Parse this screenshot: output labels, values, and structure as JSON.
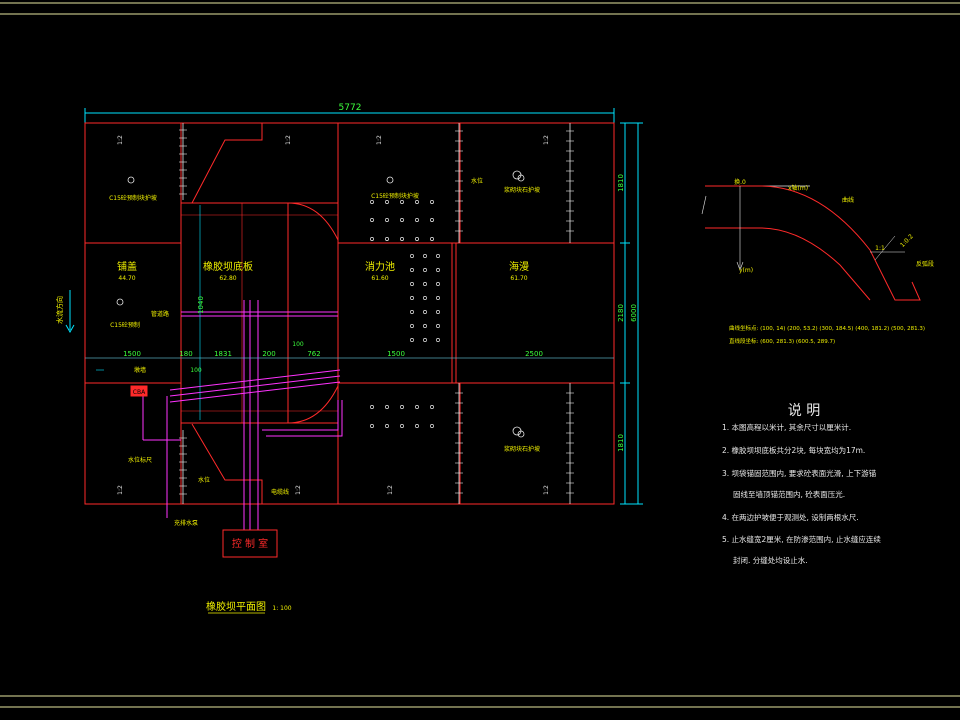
{
  "plan": {
    "total_width": "5772",
    "zones": {
      "upstream_area": "铺盖",
      "upstream_elev": "44.70",
      "dam_floor": "橡胶坝底板",
      "dam_floor_elev": "62.80",
      "stilling_basin": "消力池",
      "stilling_elev": "61.60",
      "apron": "海漫",
      "apron_elev": "61.70"
    },
    "protection": {
      "c_slope_upper": "C15砼预制块护坡",
      "c_slope_lower": "C15砼预制块护坡",
      "riprap_upper": "浆砌块石护坡",
      "riprap_lower": "浆砌块石护坡",
      "water_label": "水位",
      "water_label2": "水位",
      "pier_label": "墩墙",
      "upstream_protect": "C15砼预制",
      "pipe_note": "管道路",
      "level_gauge": "水位标尺",
      "pump_label": "充排水泵",
      "cable_label": "电缆线"
    },
    "flow_label": "水流方向",
    "slope_labels": [
      "1:2",
      "1:2",
      "1:2",
      "1:2",
      "1:2",
      "1:2",
      "1:2",
      "1:2"
    ],
    "dims_horizontal": [
      "1500",
      "180",
      "1831",
      "200",
      "762",
      "1500",
      "2500"
    ],
    "dims_small": [
      "100",
      "100"
    ],
    "dim_vertical_mid": "1040",
    "dims_right": [
      "1810",
      "2180",
      "1810"
    ],
    "dim_right_total": "6000",
    "control_room": "控 制 室",
    "equip_box": "CBA",
    "title": "橡胶坝平面图",
    "scale": "1: 100"
  },
  "profile": {
    "label_top_left": "换.0",
    "label_x": "x轴(m)",
    "label_curve": "曲线",
    "label_slope": "1:1",
    "label_angle": "1:0.2",
    "label_end": "反弧段",
    "label_y": "y(m)",
    "coords_1": "曲线坐标点: (100, 14) (200, 53.2) (300, 184.5) (400, 181.2) (500, 281.3)",
    "coords_2": "直线段坐标: (600, 281.3) (600.5, 289.7)"
  },
  "notes": {
    "heading": "说 明",
    "items": [
      "1. 本图高程以米计, 其余尺寸以厘米计.",
      "2. 橡胶坝坝底板共分2块, 每块宽均为17m.",
      "3. 坝袋锚固范围内, 要求砼表面光滑, 上下游锚",
      "固线至墙顶锚范围内, 砼表面压光.",
      "4. 在两边护坡便于观测处, 设制两根水尺.",
      "5. 止水缝宽2厘米, 在防渗范围内, 止水缝应连续",
      "封闭. 分缝处均设止水."
    ]
  }
}
